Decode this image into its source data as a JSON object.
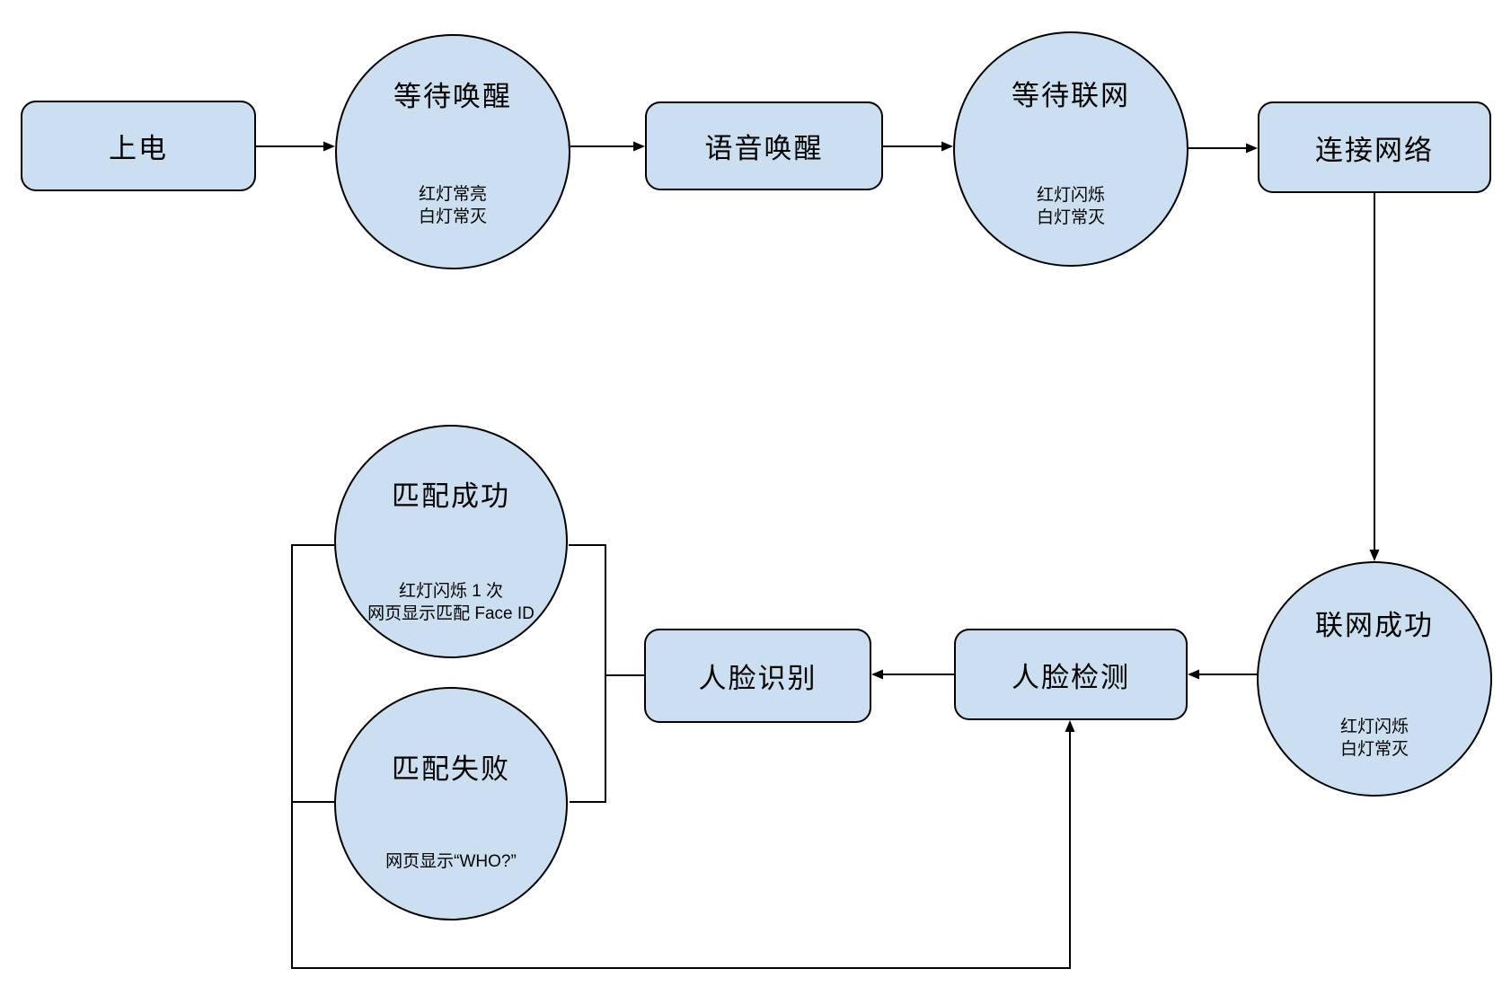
{
  "diagram": {
    "kind": "flowchart",
    "colors": {
      "background": "#ffffff",
      "node_fill": "#cbdff1",
      "node_border": "#000000",
      "connector": "#000000",
      "text": "#000000"
    },
    "nodes": {
      "power_on": {
        "shape": "rect",
        "label": "上电"
      },
      "wait_wake": {
        "shape": "circle",
        "label": "等待唤醒",
        "notes": [
          "红灯常亮",
          "白灯常灭"
        ]
      },
      "voice_wake": {
        "shape": "rect",
        "label": "语音唤醒"
      },
      "wait_network": {
        "shape": "circle",
        "label": "等待联网",
        "notes": [
          "红灯闪烁",
          "白灯常灭"
        ]
      },
      "connect_network": {
        "shape": "rect",
        "label": "连接网络"
      },
      "network_success": {
        "shape": "circle",
        "label": "联网成功",
        "notes": [
          "红灯闪烁",
          "白灯常灭"
        ]
      },
      "face_detect": {
        "shape": "rect",
        "label": "人脸检测"
      },
      "face_recognize": {
        "shape": "rect",
        "label": "人脸识别"
      },
      "match_success": {
        "shape": "circle",
        "label": "匹配成功",
        "notes": [
          "红灯闪烁 1 次",
          "网页显示匹配 Face ID"
        ]
      },
      "match_fail": {
        "shape": "circle",
        "label": "匹配失败",
        "notes": [
          "网页显示“WHO?”"
        ]
      }
    },
    "edges": [
      {
        "from": "power_on",
        "to": "wait_wake",
        "arrow": true
      },
      {
        "from": "wait_wake",
        "to": "voice_wake",
        "arrow": true
      },
      {
        "from": "voice_wake",
        "to": "wait_network",
        "arrow": true
      },
      {
        "from": "wait_network",
        "to": "connect_network",
        "arrow": true
      },
      {
        "from": "connect_network",
        "to": "network_success",
        "arrow": true
      },
      {
        "from": "network_success",
        "to": "face_detect",
        "arrow": true
      },
      {
        "from": "face_detect",
        "to": "face_recognize",
        "arrow": true
      },
      {
        "from": "face_recognize",
        "to": "match_success",
        "arrow": false
      },
      {
        "from": "face_recognize",
        "to": "match_fail",
        "arrow": false
      },
      {
        "from": "match_success",
        "to": "face_detect",
        "arrow": true
      },
      {
        "from": "match_fail",
        "to": "face_detect",
        "arrow": true
      }
    ]
  }
}
